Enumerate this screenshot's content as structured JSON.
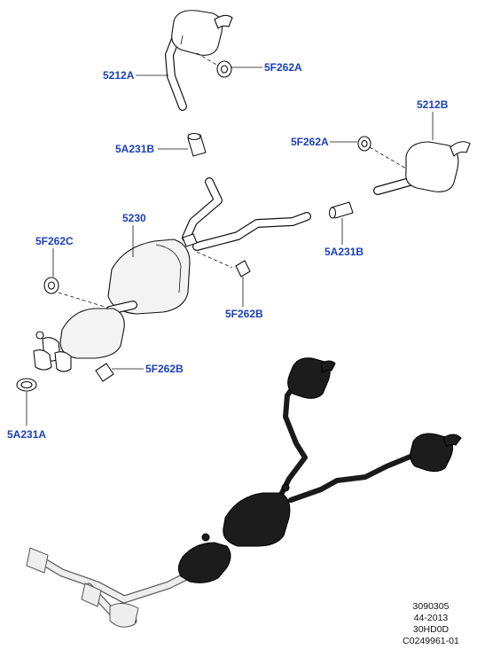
{
  "callouts": {
    "c_5212A": "5212A",
    "c_5F262A_top": "5F262A",
    "c_5A231B_left": "5A231B",
    "c_5212B": "5212B",
    "c_5F262A_right": "5F262A",
    "c_5230": "5230",
    "c_5F262C": "5F262C",
    "c_5A231B_right": "5A231B",
    "c_5F262B_mid": "5F262B",
    "c_5F262B_low": "5F262B",
    "c_5A231A": "5A231A"
  },
  "reference": {
    "line1": "3090305",
    "line2": "44-2013",
    "line3": "30HD0D",
    "line4": "C0249961-01"
  },
  "colors": {
    "callout_text": "#1a3fb8",
    "line_art": "#111111",
    "overview_fill": "#1c1c1c"
  }
}
